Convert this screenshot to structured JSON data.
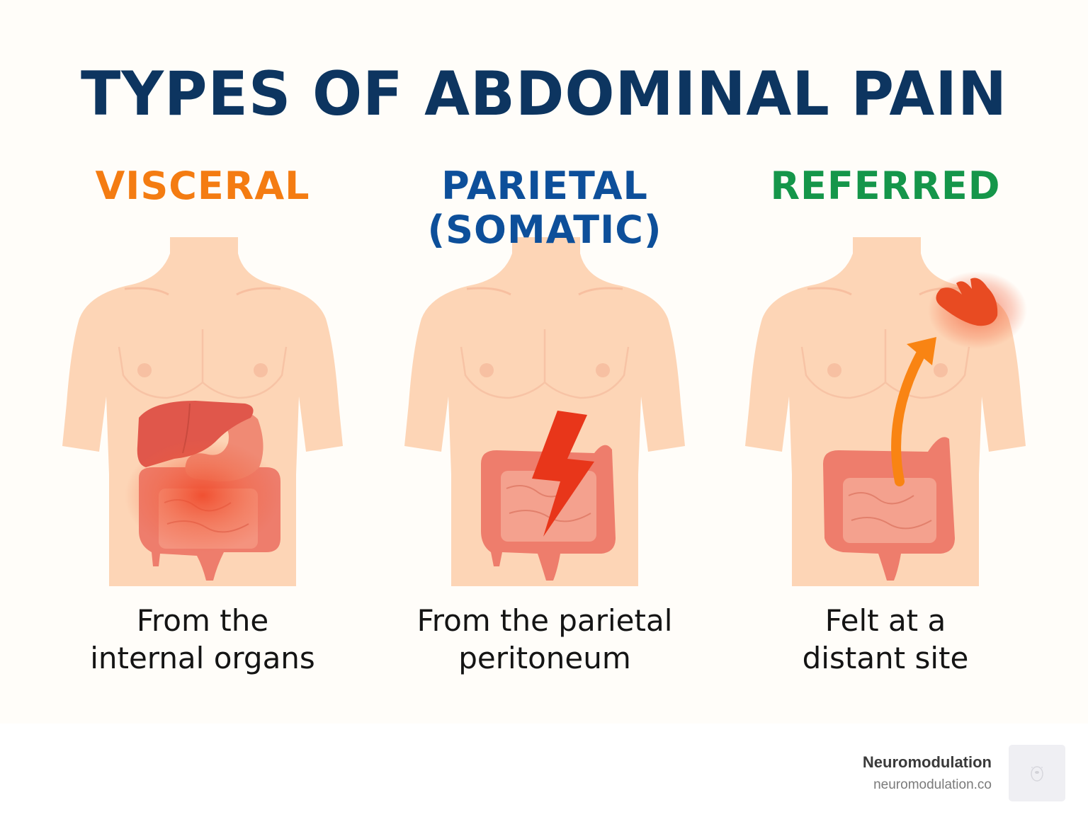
{
  "title": "TYPES OF ABDOMINAL PAIN",
  "colors": {
    "title": "#0d3560",
    "visceral": "#f47c12",
    "parietal": "#0d4f9a",
    "referred": "#15964a",
    "skin": "#fdd5b6",
    "organ": "#ee7d6c",
    "liver": "#e0574b",
    "pain_red": "#e8361a",
    "arrow_orange": "#f98413",
    "background": "#fffdf9"
  },
  "columns": [
    {
      "heading_line1": "VISCERAL",
      "heading_line2": "",
      "caption_line1": "From the",
      "caption_line2": "internal organs",
      "illustration": "torso-with-liver-stomach-intestines-diffuse-glow"
    },
    {
      "heading_line1": "PARIETAL",
      "heading_line2": "(SOMATIC)",
      "caption_line1": "From the parietal",
      "caption_line2": "peritoneum",
      "illustration": "torso-with-intestines-lightning-bolt"
    },
    {
      "heading_line1": "REFERRED",
      "heading_line2": "",
      "caption_line1": "Felt at a",
      "caption_line2": "distant site",
      "illustration": "torso-with-intestines-arrow-to-shoulder"
    }
  ],
  "footer": {
    "brand_name": "Neuromodulation",
    "brand_url": "neuromodulation.co",
    "logo_icon": "bear-logo-icon"
  }
}
